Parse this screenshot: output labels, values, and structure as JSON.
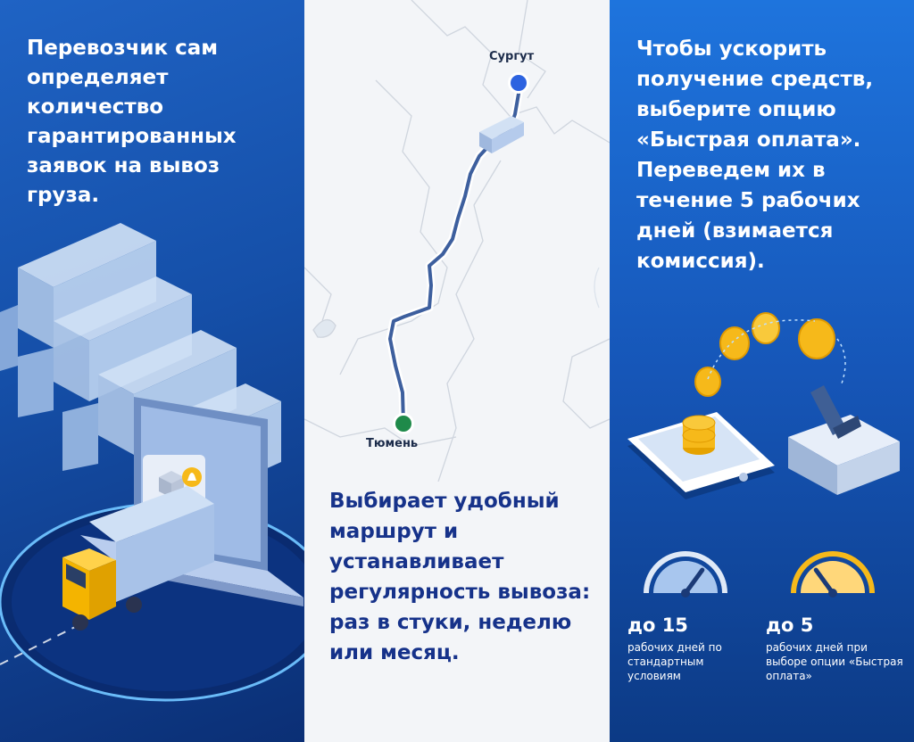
{
  "left": {
    "text": "Перевозчик сам определяет количество гарантированных заявок на вывоз груза."
  },
  "middle": {
    "route": {
      "from": "Тюмень",
      "to": "Сургут"
    },
    "text": "Выбирает удобный маршрут и устанавливает регулярность вывоза: раз в стуки, неделю или месяц."
  },
  "right": {
    "text": "Чтобы ускорить получение средств, выберите опцию «Быстрая оплата». Переведем их в течение 5 рабочих дней (взимается комиссия).",
    "standard": {
      "value": "до 15",
      "desc": "рабочих дней по стандартным условиям",
      "level": 0.7
    },
    "fast": {
      "value": "до 5",
      "desc": "рабочих дней при выборе опции «Быстрая оплата»",
      "level": 0.3
    }
  },
  "colors": {
    "navy": "#16328a",
    "blue_accent": "#1e74dd",
    "route_start": "#1f8a4a",
    "route_end": "#2d63e0",
    "coin": "#f6b91a",
    "truck_cab": "#f4b400"
  },
  "icons": [
    "truck-icon",
    "laptop-icon",
    "box-icon",
    "bell-icon",
    "smartphone-icon",
    "coin-icon",
    "card-reader-icon",
    "speedometer-icon",
    "map-pin-icon"
  ]
}
